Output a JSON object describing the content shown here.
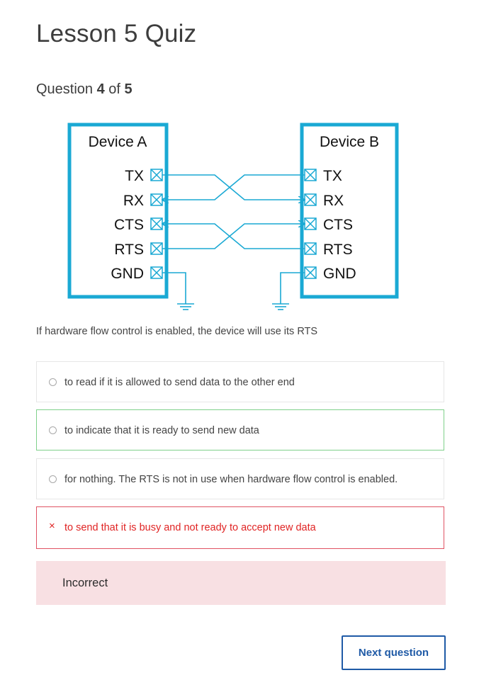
{
  "page": {
    "title": "Lesson 5 Quiz"
  },
  "question": {
    "prefix": "Question ",
    "number": "4",
    "middle": " of ",
    "total": "5",
    "prompt": "If hardware flow control is enabled, the device will use its RTS"
  },
  "diagram": {
    "device_a": {
      "title": "Device A",
      "pins": [
        "TX",
        "RX",
        "CTS",
        "RTS",
        "GND"
      ]
    },
    "device_b": {
      "title": "Device B",
      "pins": [
        "TX",
        "RX",
        "CTS",
        "RTS",
        "GND"
      ]
    },
    "wire_color": "#1aa9d4"
  },
  "options": [
    {
      "label": "to read if it is allowed to send data to the other end",
      "state": "neutral",
      "icon": "radio-icon"
    },
    {
      "label": "to indicate that it is ready to send new data",
      "state": "correct",
      "icon": "radio-icon"
    },
    {
      "label": "for nothing. The RTS is not in use when hardware flow control is enabled.",
      "state": "neutral",
      "icon": "radio-icon"
    },
    {
      "label": "to send that it is busy and not ready to accept new data",
      "state": "wrong",
      "icon": "x-icon",
      "mark": "×"
    }
  ],
  "feedback": {
    "text": "Incorrect",
    "color": "#f8e0e3"
  },
  "actions": {
    "next_label": "Next question",
    "accent": "#1f5aa6"
  }
}
